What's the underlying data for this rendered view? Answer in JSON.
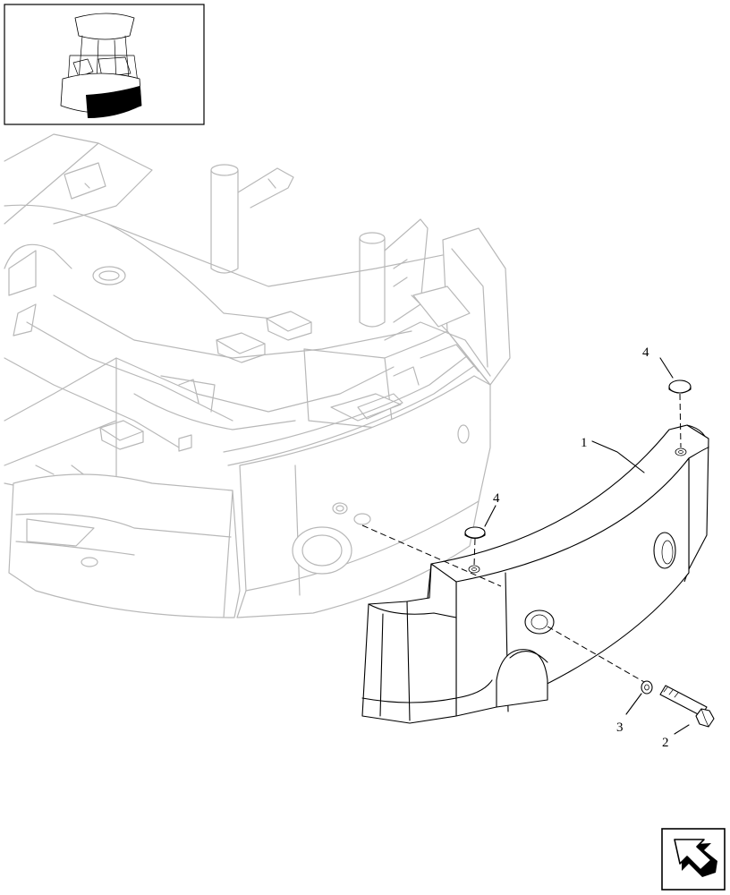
{
  "diagram": {
    "callouts": [
      {
        "id": "callout-1",
        "label": "1"
      },
      {
        "id": "callout-2",
        "label": "2"
      },
      {
        "id": "callout-3",
        "label": "3"
      },
      {
        "id": "callout-4-top",
        "label": "4"
      },
      {
        "id": "callout-4-mid",
        "label": "4"
      }
    ]
  },
  "navigation": {
    "back_icon": "arrow-back-icon"
  },
  "colors": {
    "line": "#000000",
    "ghost": "#b8b8b8",
    "background": "#ffffff"
  }
}
